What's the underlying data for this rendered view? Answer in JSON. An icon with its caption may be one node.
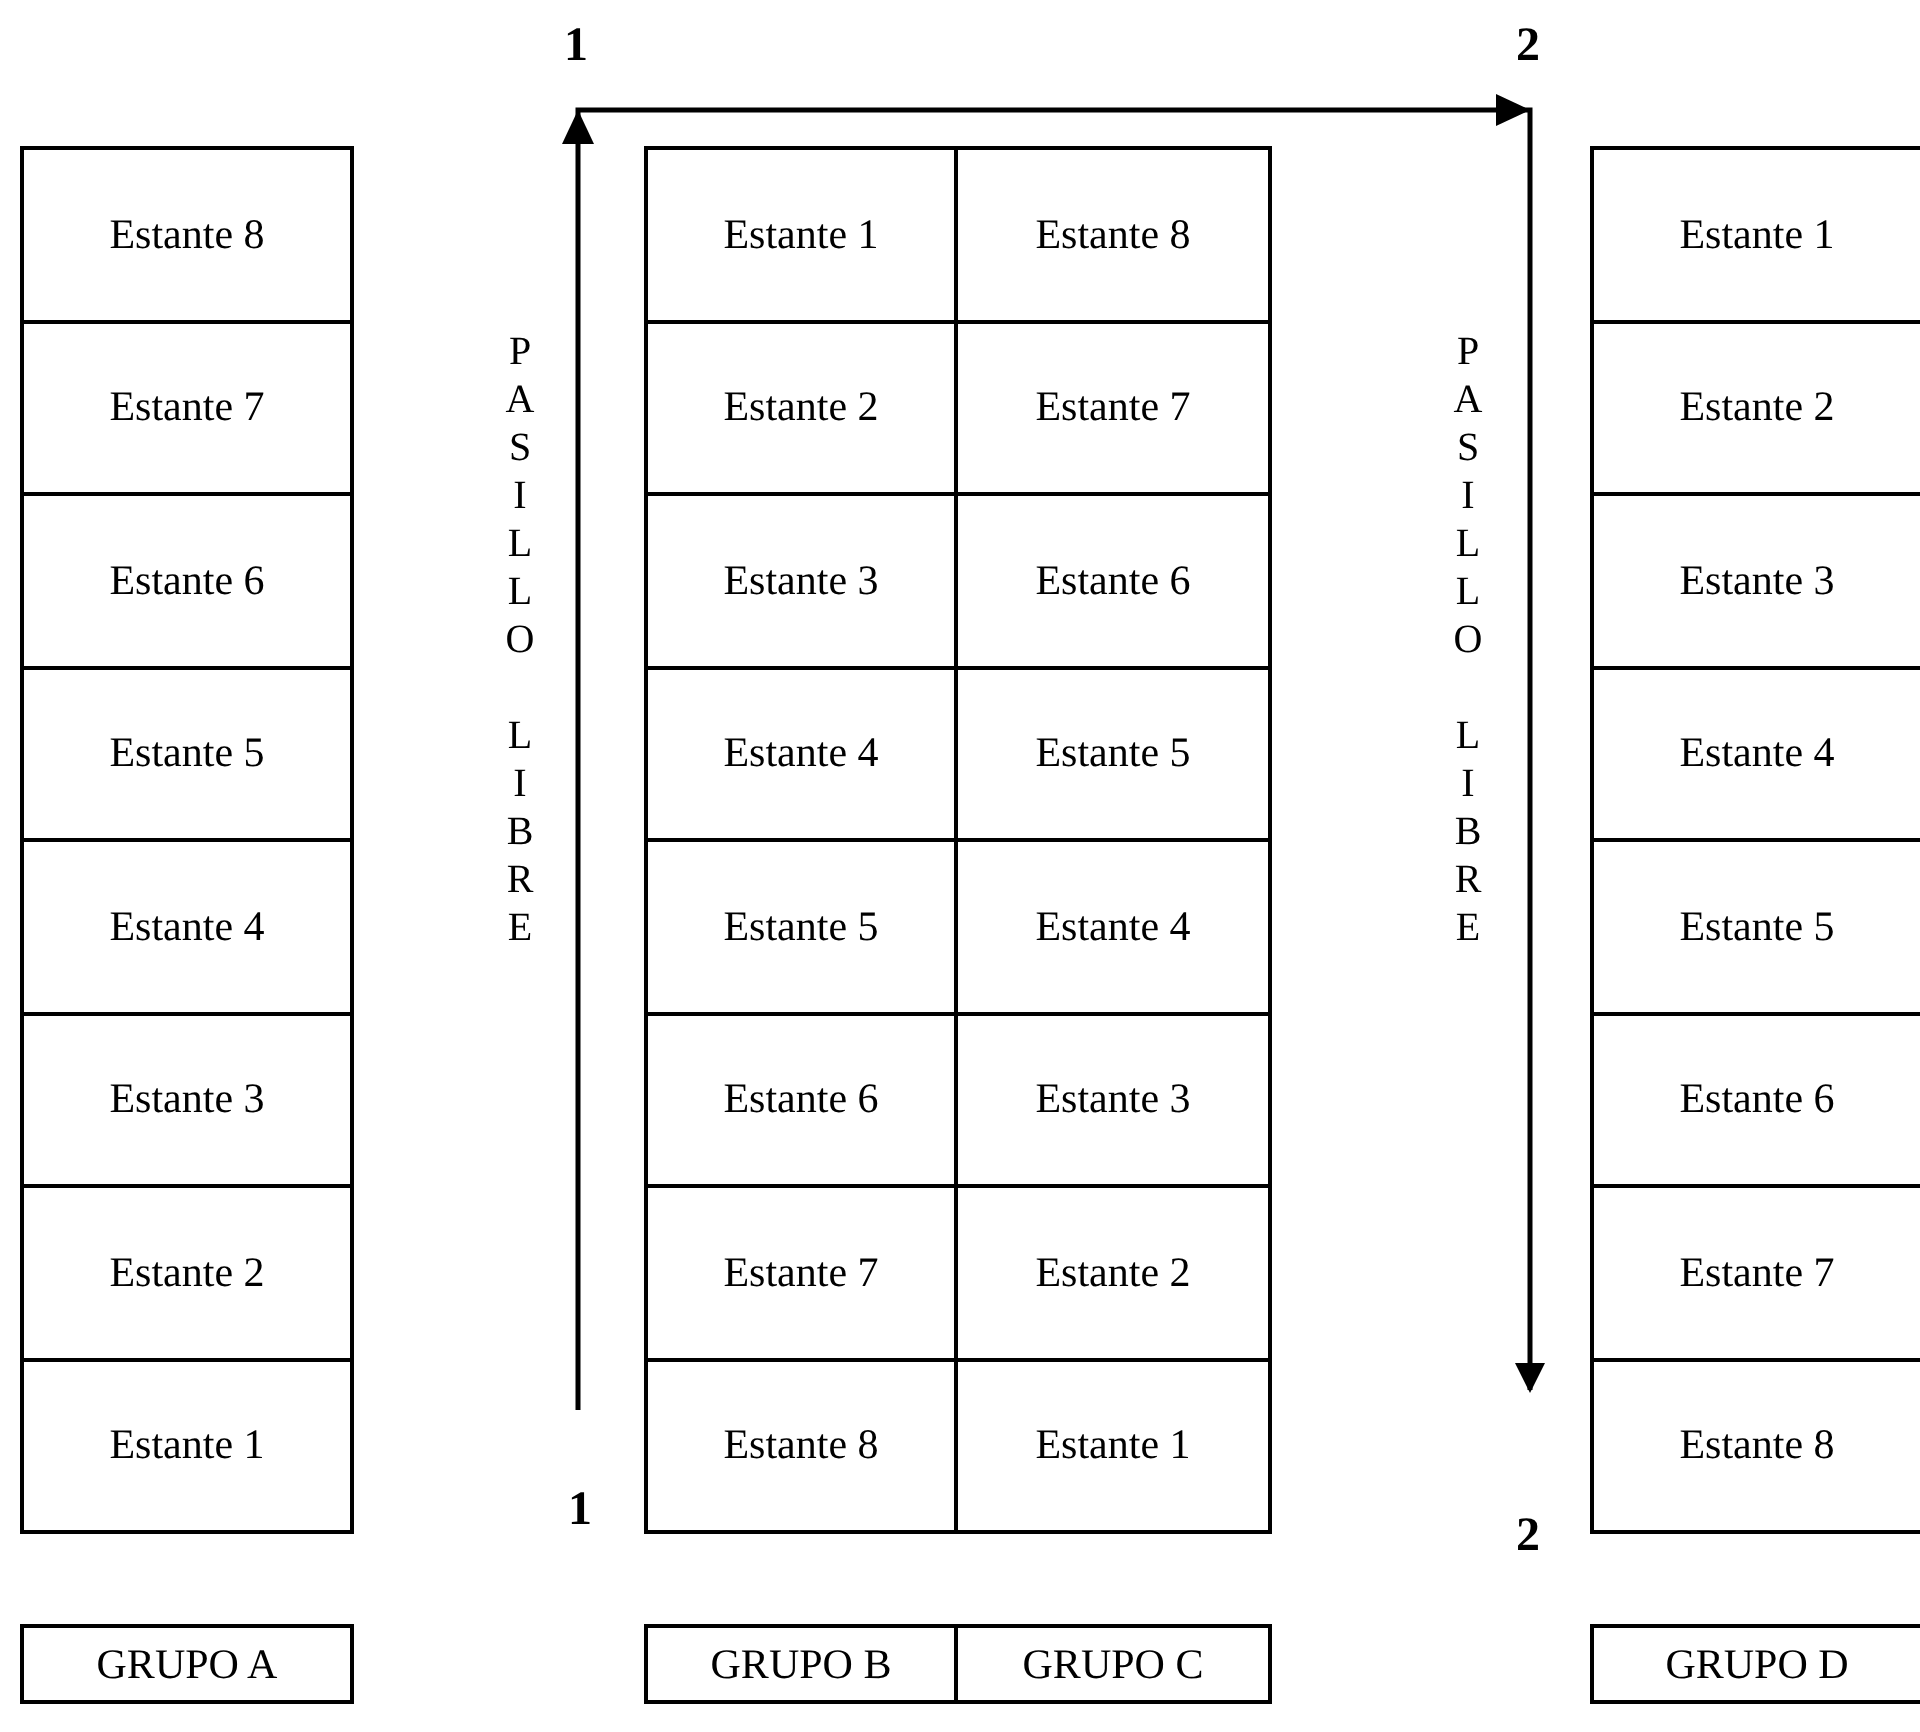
{
  "diagram": {
    "nodes": [
      {
        "text": [
          "Estante 8"
        ]
      },
      {
        "text": [
          "Estante 7"
        ]
      },
      {
        "text": [
          "Estante 6"
        ]
      },
      {
        "text": [
          "Estante 5"
        ]
      },
      {
        "text": [
          "Estante 4"
        ]
      },
      {
        "text": [
          "Estante 3"
        ]
      },
      {
        "text": [
          "Estante 2"
        ]
      },
      {
        "text": [
          "Estante 1"
        ]
      },
      {
        "text": [
          "Estante 1"
        ]
      },
      {
        "text": [
          "Estante 2"
        ]
      },
      {
        "text": [
          "Estante 3"
        ]
      },
      {
        "text": [
          "Estante 4"
        ]
      },
      {
        "text": [
          "Estante 5"
        ]
      },
      {
        "text": [
          "Estante 6"
        ]
      },
      {
        "text": [
          "Estante 7"
        ]
      },
      {
        "text": [
          "Estante 8"
        ]
      },
      {
        "text": [
          "Estante 8"
        ]
      },
      {
        "text": [
          "Estante 7"
        ]
      },
      {
        "text": [
          "Estante 6"
        ]
      },
      {
        "text": [
          "Estante 5"
        ]
      },
      {
        "text": [
          "Estante 4"
        ]
      },
      {
        "text": [
          "Estante 3"
        ]
      },
      {
        "text": [
          "Estante 2"
        ]
      },
      {
        "text": [
          "Estante 1"
        ]
      },
      {
        "text": [
          "Estante 1"
        ]
      },
      {
        "text": [
          "Estante 2"
        ]
      },
      {
        "text": [
          "Estante 3"
        ]
      },
      {
        "text": [
          "Estante 4"
        ]
      },
      {
        "text": [
          "Estante 5"
        ]
      },
      {
        "text": [
          "Estante 6"
        ]
      },
      {
        "text": [
          "Estante 7"
        ]
      },
      {
        "text": [
          "Estante 8"
        ]
      },
      {
        "text": [
          "GRUPO A"
        ]
      },
      {
        "text": [
          "GRUPO B"
        ]
      },
      {
        "text": [
          "GRUPO C"
        ]
      },
      {
        "text": [
          "GRUPO D"
        ]
      }
    ],
    "edges": [],
    "labels": [
      "1",
      "2",
      "PASILLO LIBRE",
      "PASILLO LIBRE",
      "1",
      "2"
    ]
  }
}
